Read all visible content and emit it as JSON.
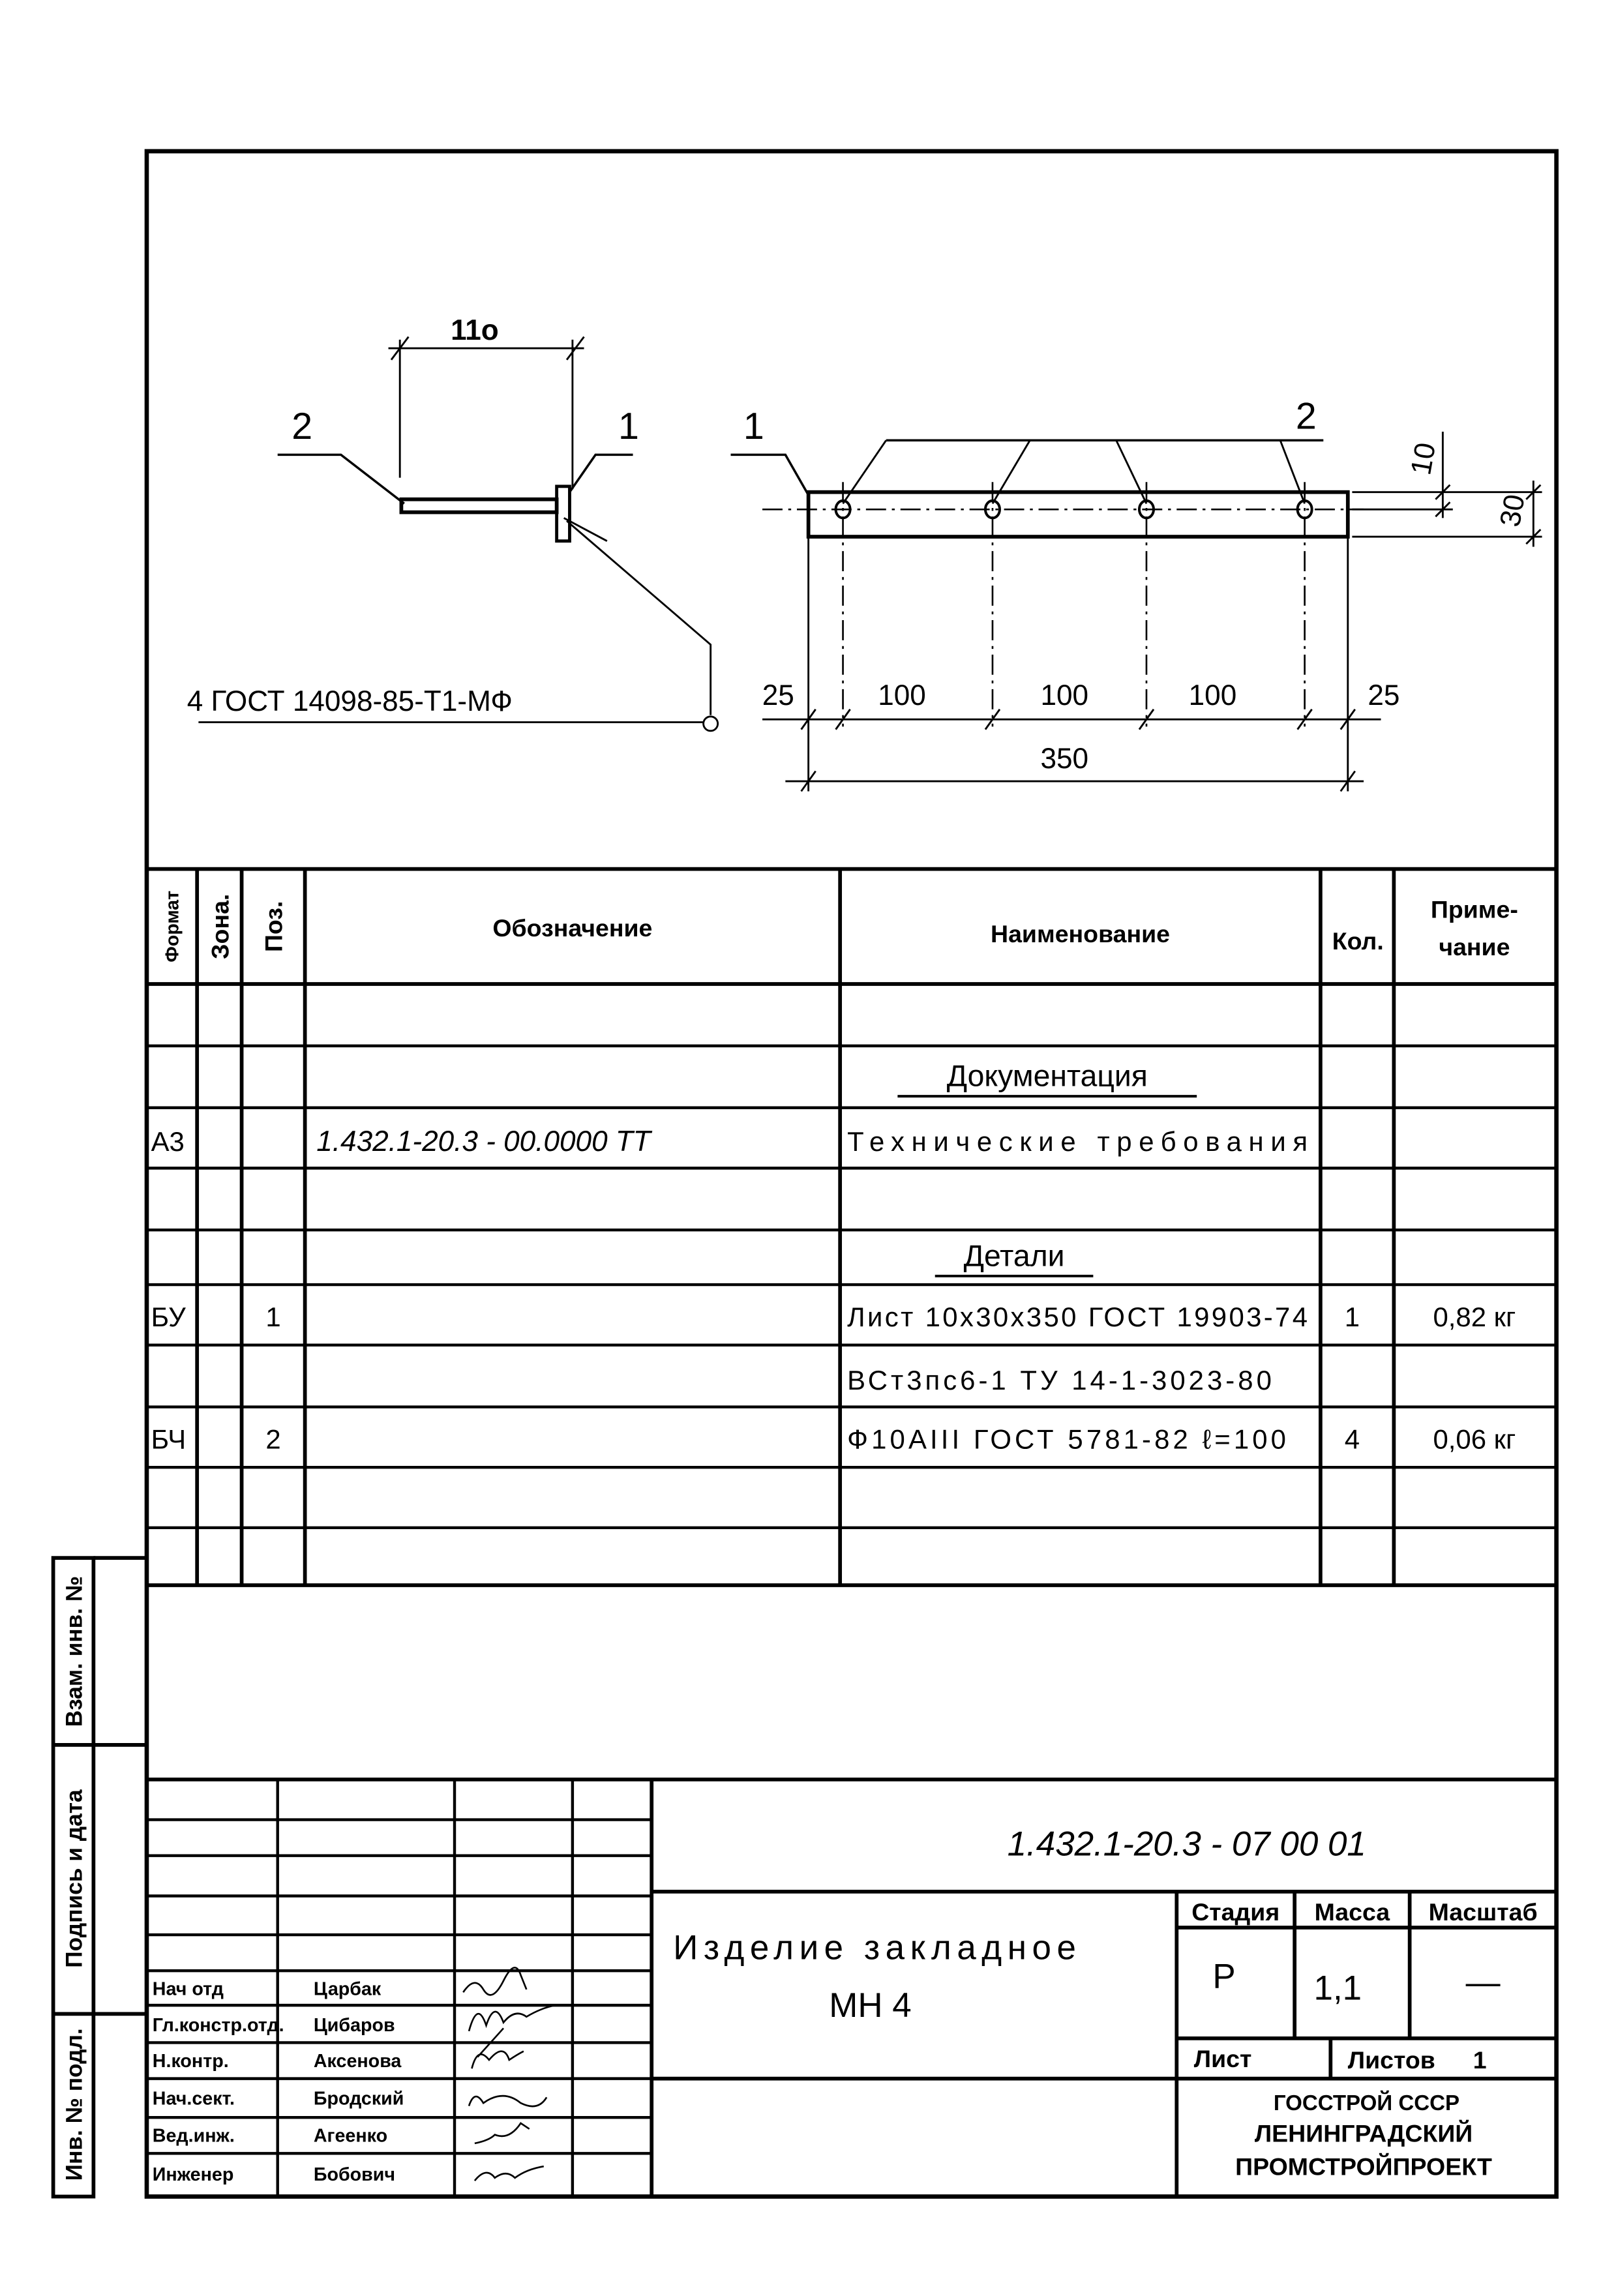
{
  "drawing": {
    "left_view": {
      "dim_length": "11o",
      "callout_rod": "2",
      "callout_plate": "1",
      "weld_note": "4 ГОСТ 14098-85-Т1-МФ"
    },
    "right_view": {
      "callout_plate": "1",
      "callout_rods": "2",
      "dims_bottom": [
        "25",
        "100",
        "100",
        "100",
        "25"
      ],
      "dim_total": "350",
      "dim_hole_offset": "10",
      "dim_height": "30"
    }
  },
  "spec_table": {
    "headers": {
      "format": "Формат",
      "zone": "Зона.",
      "pos": "Поз.",
      "designation": "Обозначение",
      "name": "Наименование",
      "qty": "Кол.",
      "note_line1": "Приме-",
      "note_line2": "чание"
    },
    "section_documentation": "Документация",
    "section_parts": "Детали",
    "rows": [
      {
        "format": "А3",
        "zone": "",
        "pos": "",
        "designation": "1.432.1-20.3 - 00.0000 ТТ",
        "name": "Технические требования",
        "qty": "",
        "note": ""
      },
      {
        "format": "БУ",
        "zone": "",
        "pos": "1",
        "designation": "",
        "name": "Лист 10х30х350 ГОСТ 19903-74",
        "qty": "1",
        "note": "0,82 кг"
      },
      {
        "format": "",
        "zone": "",
        "pos": "",
        "designation": "",
        "name": "ВСт3пс6-1 ТУ 14-1-3023-80",
        "qty": "",
        "note": ""
      },
      {
        "format": "БЧ",
        "zone": "",
        "pos": "2",
        "designation": "",
        "name": "Ф10АIII ГОСТ 5781-82 ℓ=100",
        "qty": "4",
        "note": "0,06 кг"
      }
    ]
  },
  "side_strip": {
    "inv_orig": "Инв. № подл.",
    "sign_date": "Подпись и дата",
    "replace_inv": "Взам. инв. №"
  },
  "title_block": {
    "designation": "1.432.1-20.3 - 07 00 01",
    "product_name": "Изделие закладное",
    "product_mark": "МН 4",
    "stage_label": "Стадия",
    "mass_label": "Масса",
    "scale_label": "Масштаб",
    "stage": "Р",
    "mass": "1,1",
    "scale": "—",
    "sheet_label": "Лист",
    "sheets_label": "Листов",
    "sheets": "1",
    "org_line1": "ГОССТРОЙ СССР",
    "org_line2": "ЛЕНИНГРАДСКИЙ",
    "org_line3": "ПРОМСТРОЙПРОЕКТ",
    "signatories": [
      {
        "role": "Нач отд",
        "name": "Царбак"
      },
      {
        "role": "Гл.констр.отд.",
        "name": "Цибаров"
      },
      {
        "role": "Н.контр.",
        "name": "Аксенова"
      },
      {
        "role": "Нач.сект.",
        "name": "Бродский"
      },
      {
        "role": "Вед.инж.",
        "name": "Агеенко"
      },
      {
        "role": "Инженер",
        "name": "Бобович"
      }
    ]
  }
}
